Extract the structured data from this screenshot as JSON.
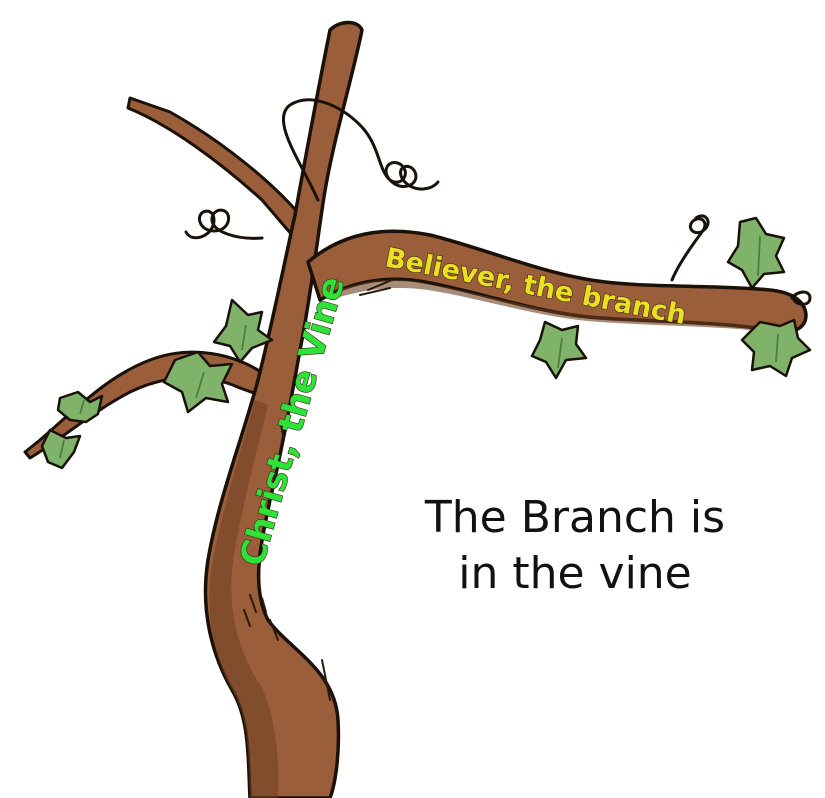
{
  "labels": {
    "vine": "Christ, the Vine",
    "branch": "Believer, the branch"
  },
  "caption": {
    "line1": "The Branch is",
    "line2": "in the vine"
  },
  "colors": {
    "bark": "#9b5e3a",
    "bark_dark": "#6e3f22",
    "outline": "#1a1108",
    "leaf": "#7fb36a",
    "leaf_dark": "#4d7e3f",
    "vine_text": "#2ee23a",
    "branch_text": "#e8e020",
    "caption_text": "#111111"
  }
}
